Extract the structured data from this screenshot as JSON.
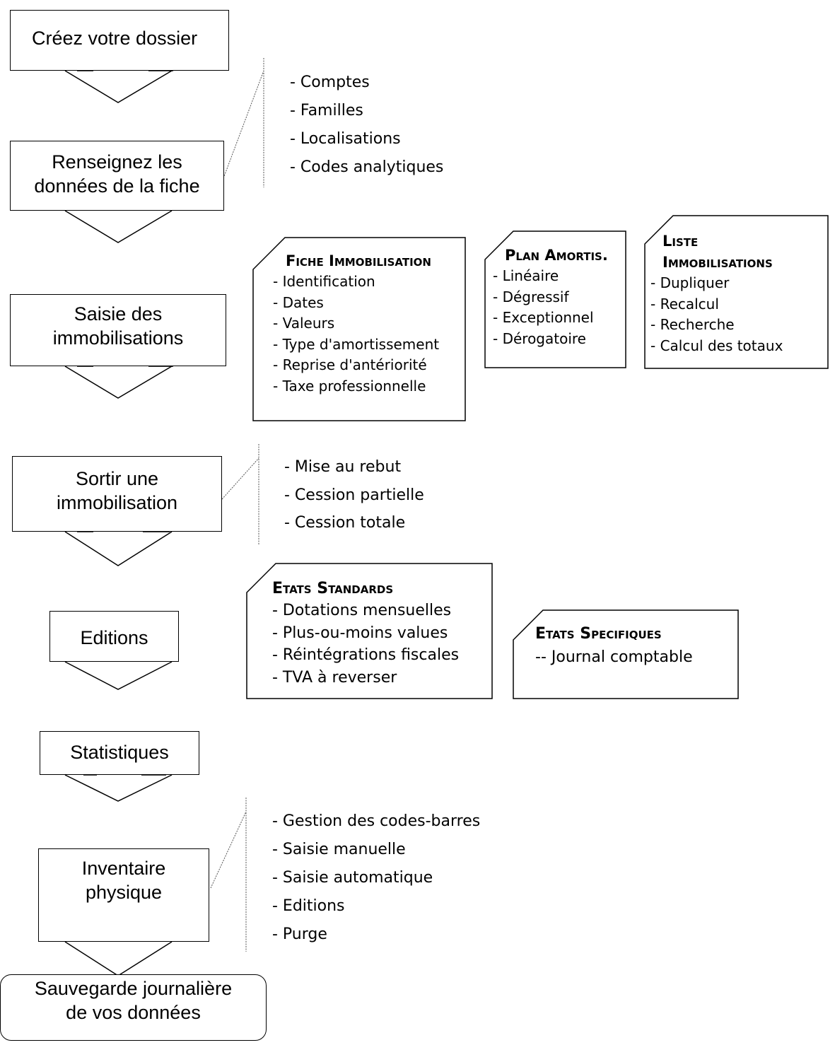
{
  "steps": [
    {
      "id": "creez",
      "text": "Créez votre dossier"
    },
    {
      "id": "renseignez",
      "text": "Renseignez les données de la fiche"
    },
    {
      "id": "saisie",
      "text": "Saisie des immobilisations"
    },
    {
      "id": "sortir",
      "text": "Sortir une immobilisation"
    },
    {
      "id": "editions",
      "text": "Editions"
    },
    {
      "id": "statistiques",
      "text": "Statistiques"
    },
    {
      "id": "inventaire",
      "text": "Inventaire physique"
    },
    {
      "id": "sauvegarde",
      "text": "Sauvegarde journalière de vos données"
    }
  ],
  "lists": {
    "donnees": [
      "- Comptes",
      "- Familles",
      "- Localisations",
      "- Codes analytiques"
    ],
    "sortie": [
      "- Mise au rebut",
      "- Cession partielle",
      "- Cession totale"
    ],
    "inventaire": [
      "- Gestion des codes-barres",
      "- Saisie manuelle",
      "- Saisie automatique",
      "- Editions",
      "- Purge"
    ]
  },
  "cards": {
    "fiche": {
      "title": "Fiche Immobilisation",
      "items": [
        "- Identification",
        "- Dates",
        "- Valeurs",
        "- Type d'amortissement",
        "- Reprise d'antériorité",
        "- Taxe professionnelle"
      ]
    },
    "plan": {
      "title": "Plan Amortis.",
      "items": [
        "- Linéaire",
        "- Dégressif",
        "- Exceptionnel",
        "- Dérogatoire"
      ]
    },
    "liste": {
      "title_line1": "Liste",
      "title_line2": "Immobilisations",
      "items": [
        "- Dupliquer",
        "- Recalcul",
        "- Recherche",
        "- Calcul des totaux"
      ]
    },
    "etats_standards": {
      "title": "Etats Standards",
      "items": [
        "- Dotations mensuelles",
        "- Plus-ou-moins values",
        "- Réintégrations fiscales",
        "- TVA à reverser"
      ]
    },
    "etats_specifiques": {
      "title": "Etats Specifiques",
      "items": [
        "-- Journal comptable"
      ]
    }
  }
}
